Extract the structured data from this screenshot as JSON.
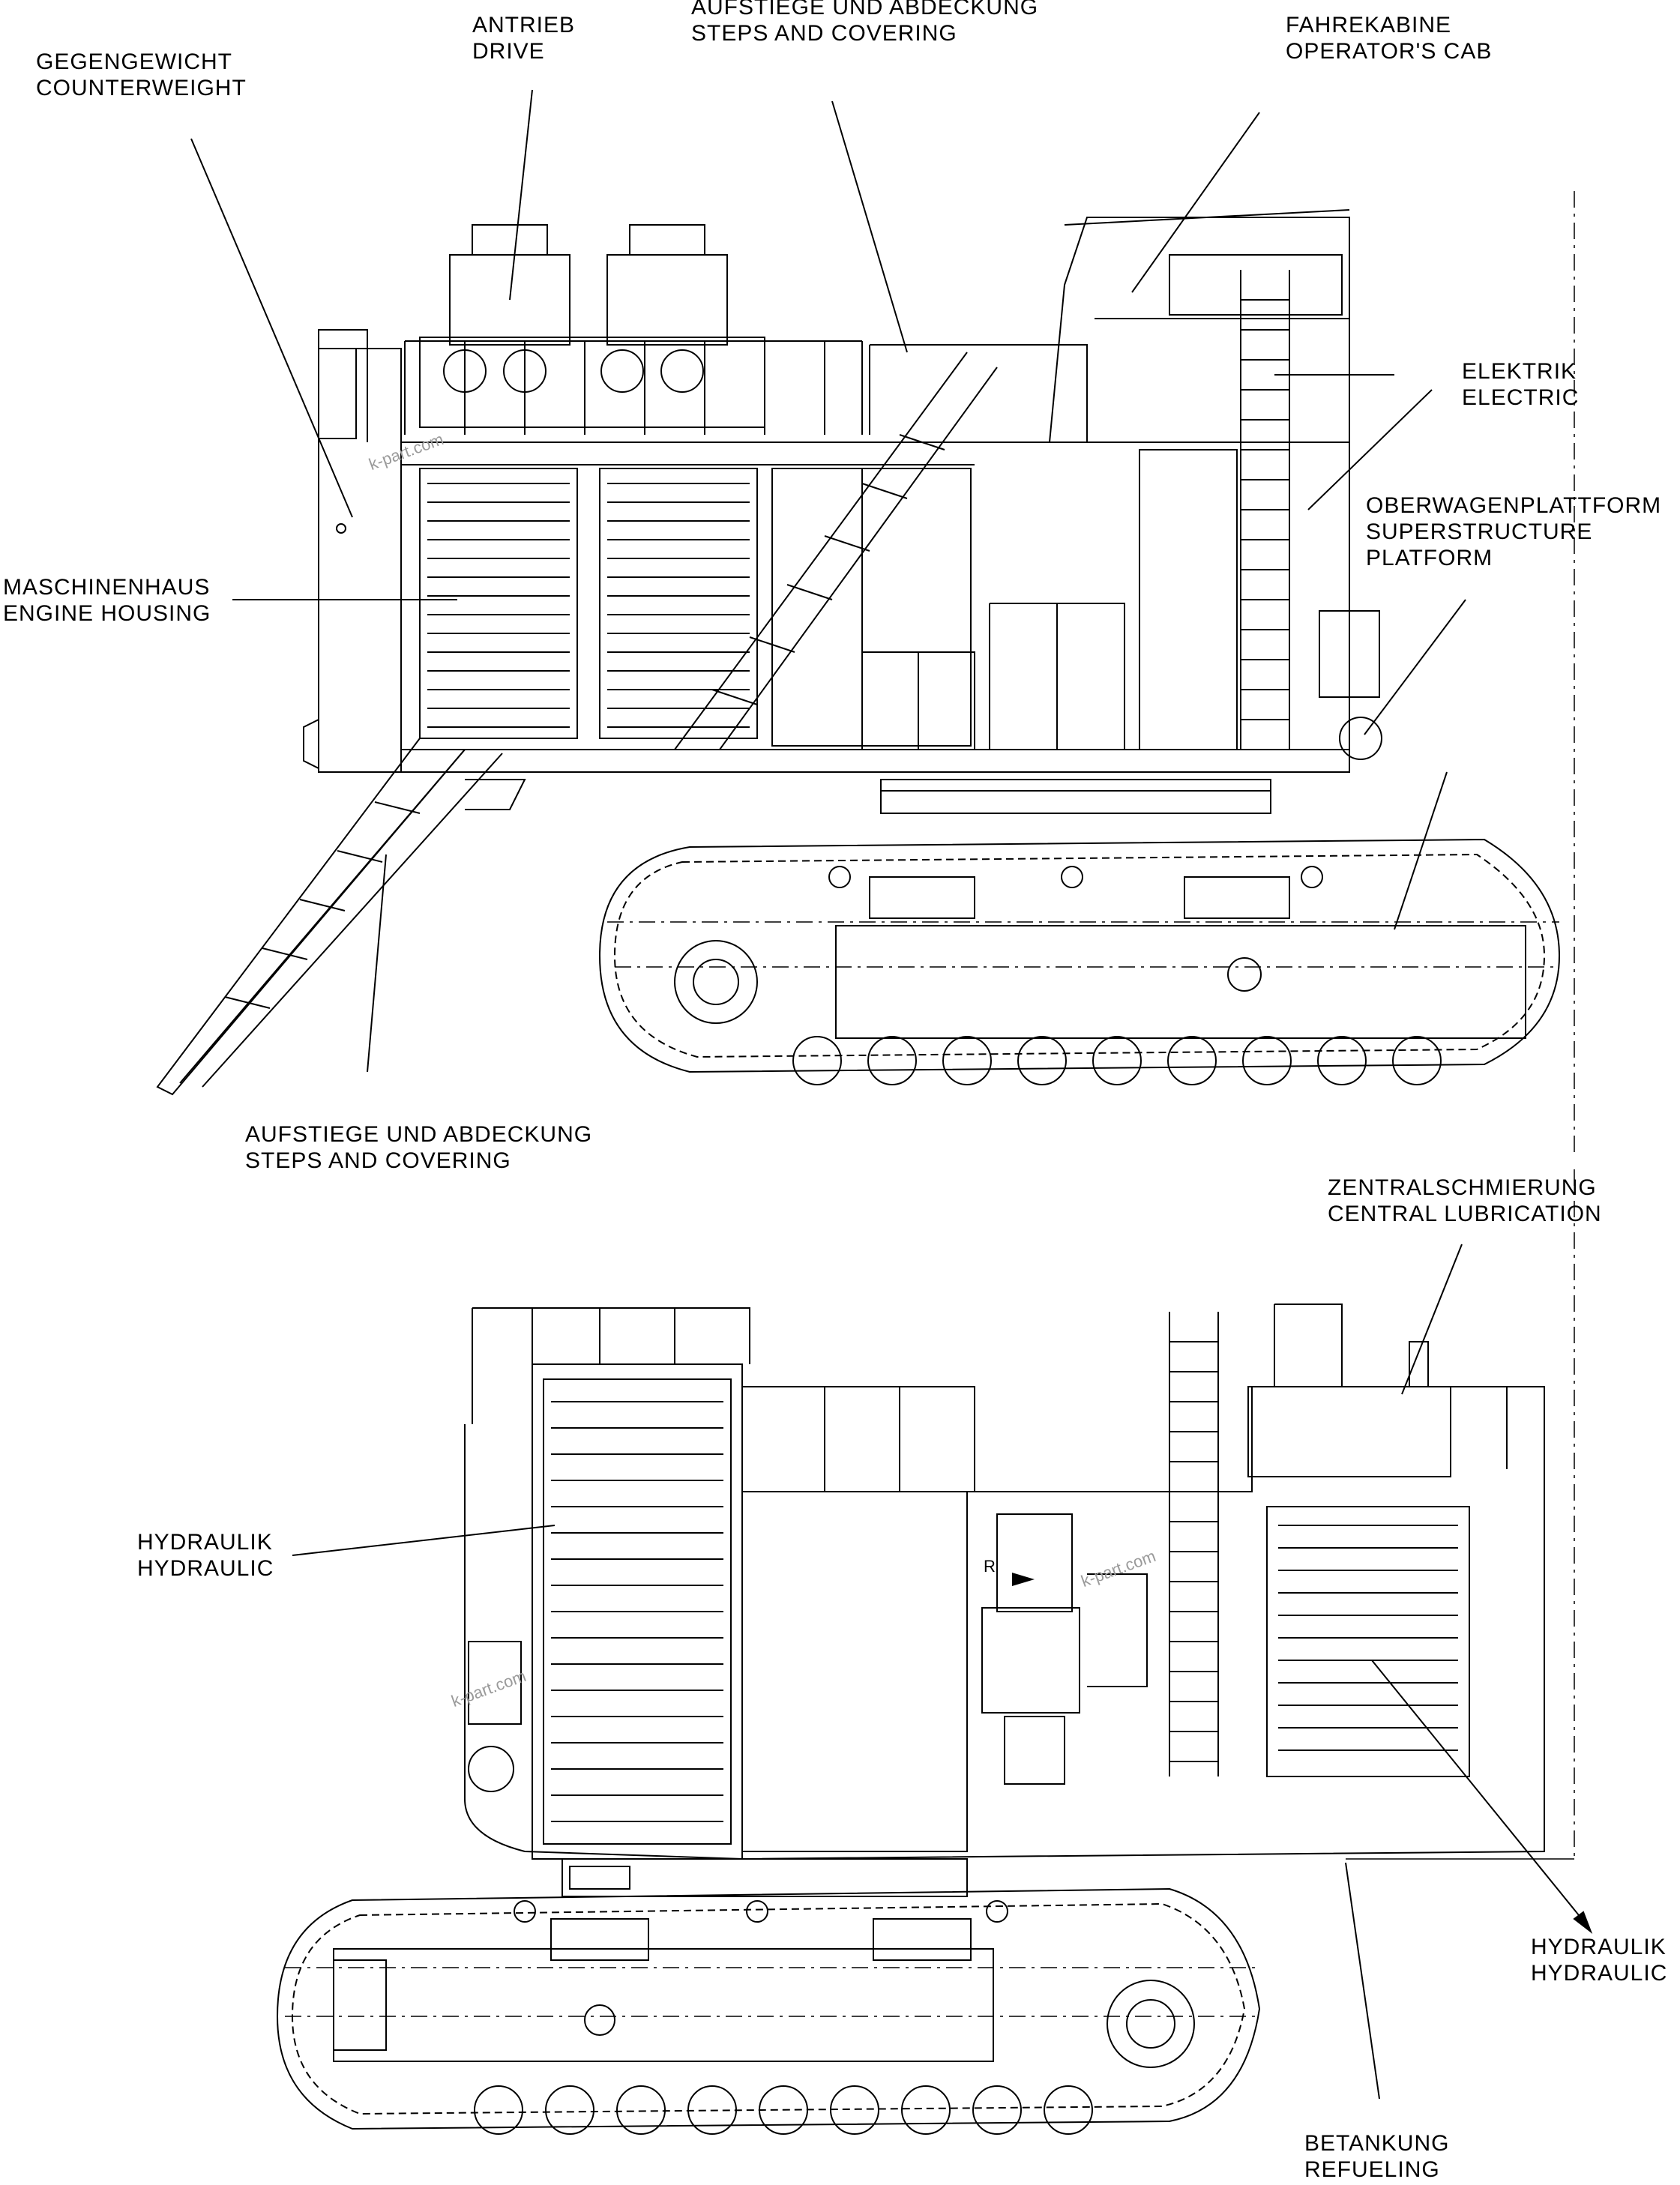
{
  "labels": {
    "counterweight": {
      "de": "GEGENGEWICHT",
      "en": "COUNTERWEIGHT"
    },
    "drive": {
      "de": "ANTRIEB",
      "en": "DRIVE"
    },
    "steps_top": {
      "de": "AUFSTIEGE UND ABDECKUNG",
      "en": "STEPS AND COVERING"
    },
    "cab": {
      "de": "FAHREKABINE",
      "en": "OPERATOR'S CAB"
    },
    "electric": {
      "de": "ELEKTRIK",
      "en": "ELECTRIC"
    },
    "platform": {
      "de": "OBERWAGENPLATTFORM",
      "en": "SUPERSTRUCTURE",
      "en2": "PLATFORM"
    },
    "engine_housing": {
      "de": "MASCHINENHAUS",
      "en": "ENGINE HOUSING"
    },
    "steps_bottom": {
      "de": "AUFSTIEGE UND ABDECKUNG",
      "en": "STEPS AND COVERING"
    },
    "central_lube": {
      "de": "ZENTRALSCHMIERUNG",
      "en": "CENTRAL LUBRICATION"
    },
    "hydraulic_left": {
      "de": "HYDRAULIK",
      "en": "HYDRAULIC"
    },
    "hydraulic_right": {
      "de": "HYDRAULIK",
      "en": "HYDRAULIC"
    },
    "refueling": {
      "de": "BETANKUNG",
      "en": "REFUELING"
    }
  },
  "marks": {
    "r": "R"
  },
  "watermark": "k-part.com",
  "colors": {
    "line": "#000000",
    "watermark": "#9a9a9a"
  }
}
